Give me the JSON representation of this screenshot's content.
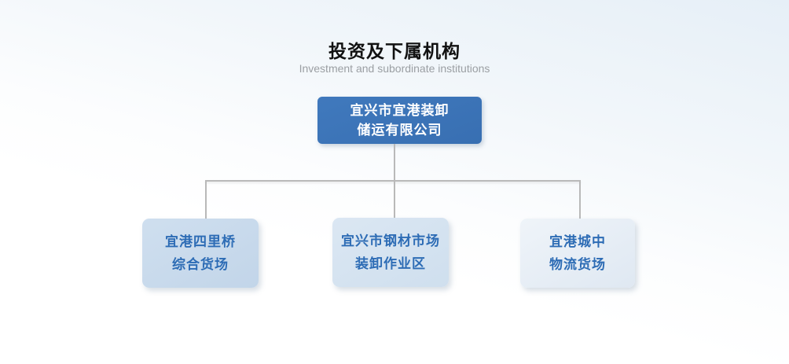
{
  "page": {
    "title": "投资及下属机构",
    "subtitle": "Investment and subordinate institutions"
  },
  "org_chart": {
    "root": {
      "line1": "宜兴市宜港装卸",
      "line2": "储运有限公司"
    },
    "children": [
      {
        "line1": "宜港四里桥",
        "line2": "综合货场"
      },
      {
        "line1": "宜兴市钢材市场",
        "line2": "装卸作业区"
      },
      {
        "line1": "宜港城中",
        "line2": "物流货场"
      }
    ]
  },
  "colors": {
    "root_node_fill": "#3a73b8",
    "root_node_text": "#ffffff",
    "child_node_text": "#2d6cb5",
    "child_node_fill_left": "#c6d8ea",
    "child_node_fill_middle": "#d4e2f0",
    "child_node_fill_right": "#e5edf5",
    "connector_line": "#b9b9b9",
    "title_text": "#111111",
    "subtitle_text": "#9b9fa3",
    "background_top": "#e6eff7",
    "background_bottom": "#ffffff"
  }
}
